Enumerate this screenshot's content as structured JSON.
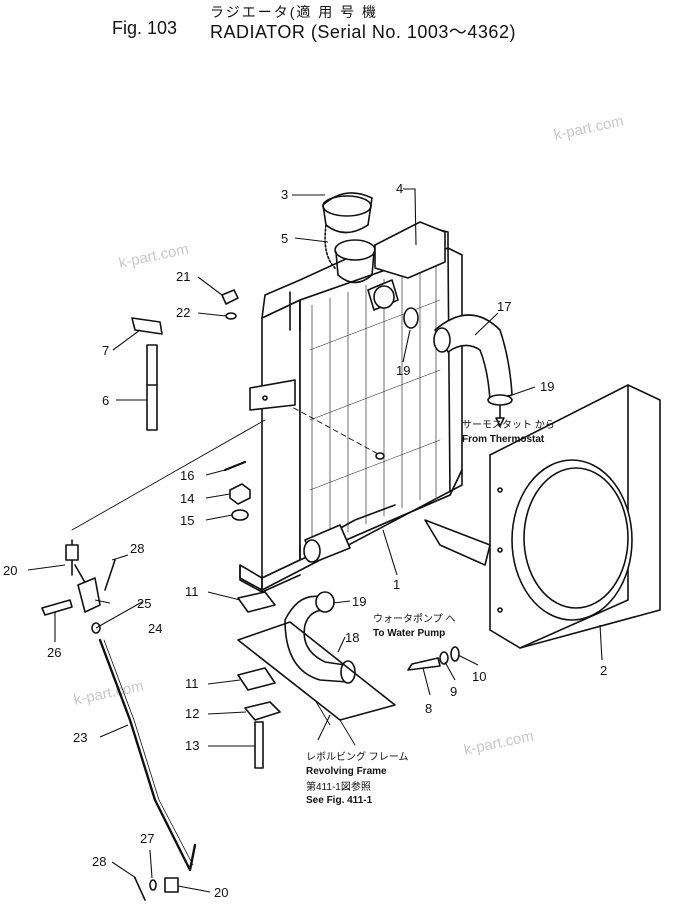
{
  "header": {
    "title_jp": "ラジエータ(適 用 号 機",
    "fig_label": "Fig. 103",
    "title": "RADIATOR (Serial No. 1003～4362)"
  },
  "watermark": "k-part.com",
  "callouts": {
    "c1": "1",
    "c2": "2",
    "c3": "3",
    "c4": "4",
    "c5": "5",
    "c6": "6",
    "c7": "7",
    "c8": "8",
    "c9": "9",
    "c10": "10",
    "c11a": "11",
    "c11b": "11",
    "c12": "12",
    "c13": "13",
    "c14": "14",
    "c15": "15",
    "c16": "16",
    "c17": "17",
    "c18": "18",
    "c19a": "19",
    "c19b": "19",
    "c19c": "19",
    "c20a": "20",
    "c20b": "20",
    "c21": "21",
    "c22": "22",
    "c23": "23",
    "c24": "24",
    "c25": "25",
    "c26": "26",
    "c27": "27",
    "c28a": "28",
    "c28b": "28"
  },
  "notes": {
    "thermostat_jp": "サーモスタット から",
    "thermostat_en": "From Thermostat",
    "pump_jp": "ウォータポンプ へ",
    "pump_en": "To Water Pump",
    "frame_jp": "レボルビング フレーム",
    "frame_en": "Revolving Frame",
    "fig_jp": "第411-1図参照",
    "fig_en": "See Fig. 411-1"
  }
}
